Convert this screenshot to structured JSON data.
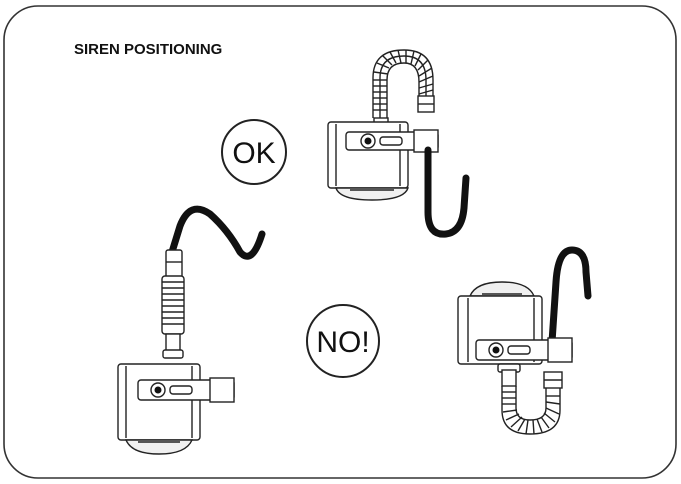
{
  "title": "SIREN POSITIONING",
  "labels": {
    "ok": "OK",
    "no": "NO!"
  },
  "colors": {
    "ink": "#111111",
    "frame": "#333333",
    "background": "#ffffff"
  }
}
